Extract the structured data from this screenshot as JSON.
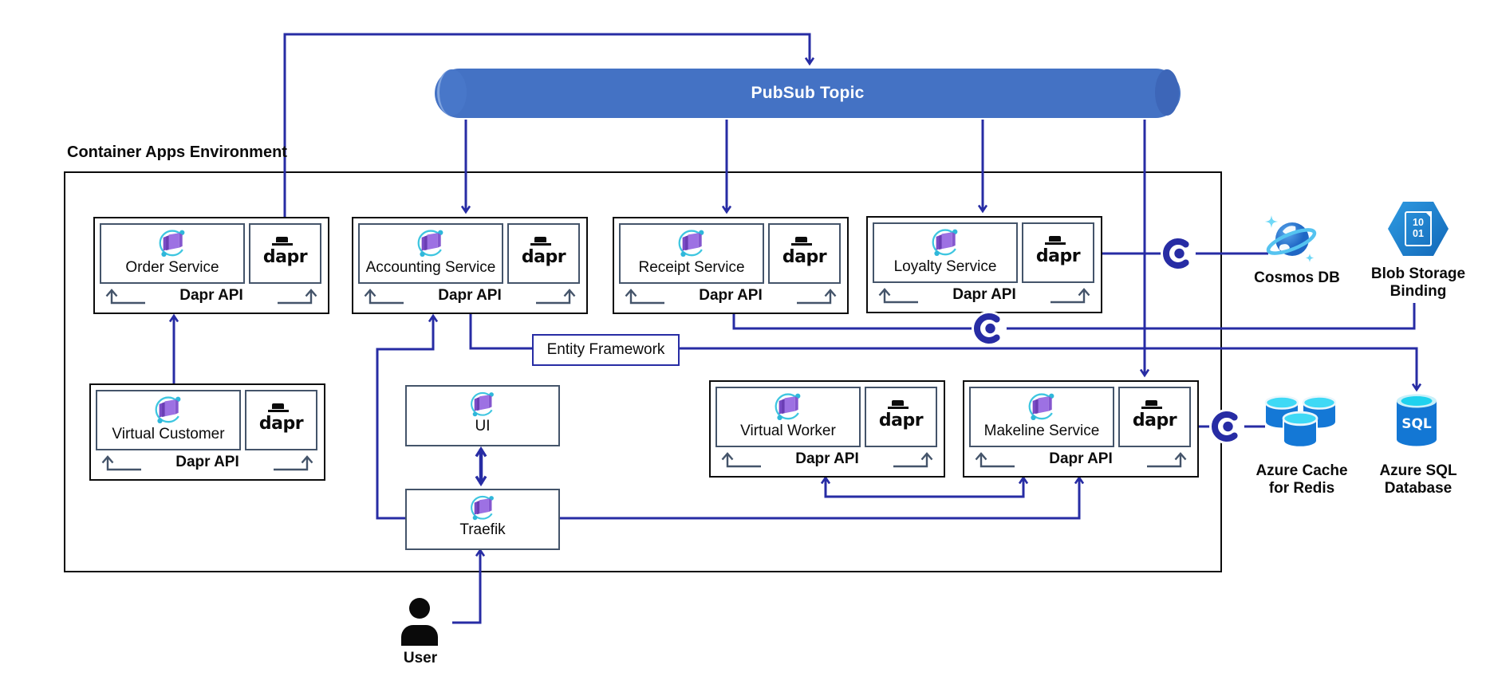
{
  "diagram": {
    "environment_label": "Container Apps Environment",
    "pubsub_label": "PubSub Topic",
    "dapr_api_label": "Dapr API",
    "dapr_logo_text": "dapr",
    "entity_framework_label": "Entity Framework",
    "user_label": "User",
    "services": {
      "order": {
        "name": "Order Service"
      },
      "accounting": {
        "name": "Accounting Service"
      },
      "receipt": {
        "name": "Receipt Service"
      },
      "loyalty": {
        "name": "Loyalty Service"
      },
      "virtual_customer": {
        "name": "Virtual Customer"
      },
      "virtual_worker": {
        "name": "Virtual Worker"
      },
      "makeline": {
        "name": "Makeline Service"
      },
      "ui": {
        "name": "UI"
      },
      "traefik": {
        "name": "Traefik"
      }
    },
    "external": {
      "cosmos": {
        "label": "Cosmos DB"
      },
      "blob": {
        "label_line1": "Blob Storage",
        "label_line2": "Binding",
        "doc_line1": "10",
        "doc_line2": "01"
      },
      "redis": {
        "label_line1": "Azure Cache",
        "label_line2": "for Redis"
      },
      "sql": {
        "label_line1": "Azure SQL",
        "label_line2": "Database",
        "icon_text": "SQL"
      }
    },
    "icons": {
      "container_app_icon": "purple-container-cubes-with-teal-orbit",
      "dapr_hat_icon": "black-bowler-hat",
      "dapr_component_icon": "navy-C-with-center-dot",
      "cosmos_icon": "blue-planet-with-ring-and-sparkles",
      "blob_icon": "blue-hexagon-binary-document",
      "redis_icon": "three-blue-cylinders",
      "sql_icon": "blue-cylinder-sql",
      "user_icon": "black-person-silhouette",
      "up_arrow_icon": "slate-chevron-up-with-line"
    },
    "colors": {
      "connector": "#272CA4",
      "slate_border": "#44546A",
      "pubsub_fill": "#4472C4",
      "outer_box_border": "#0b0b0b",
      "azure_blue": "#1478D6",
      "azure_cyan": "#3FD9F5"
    }
  }
}
